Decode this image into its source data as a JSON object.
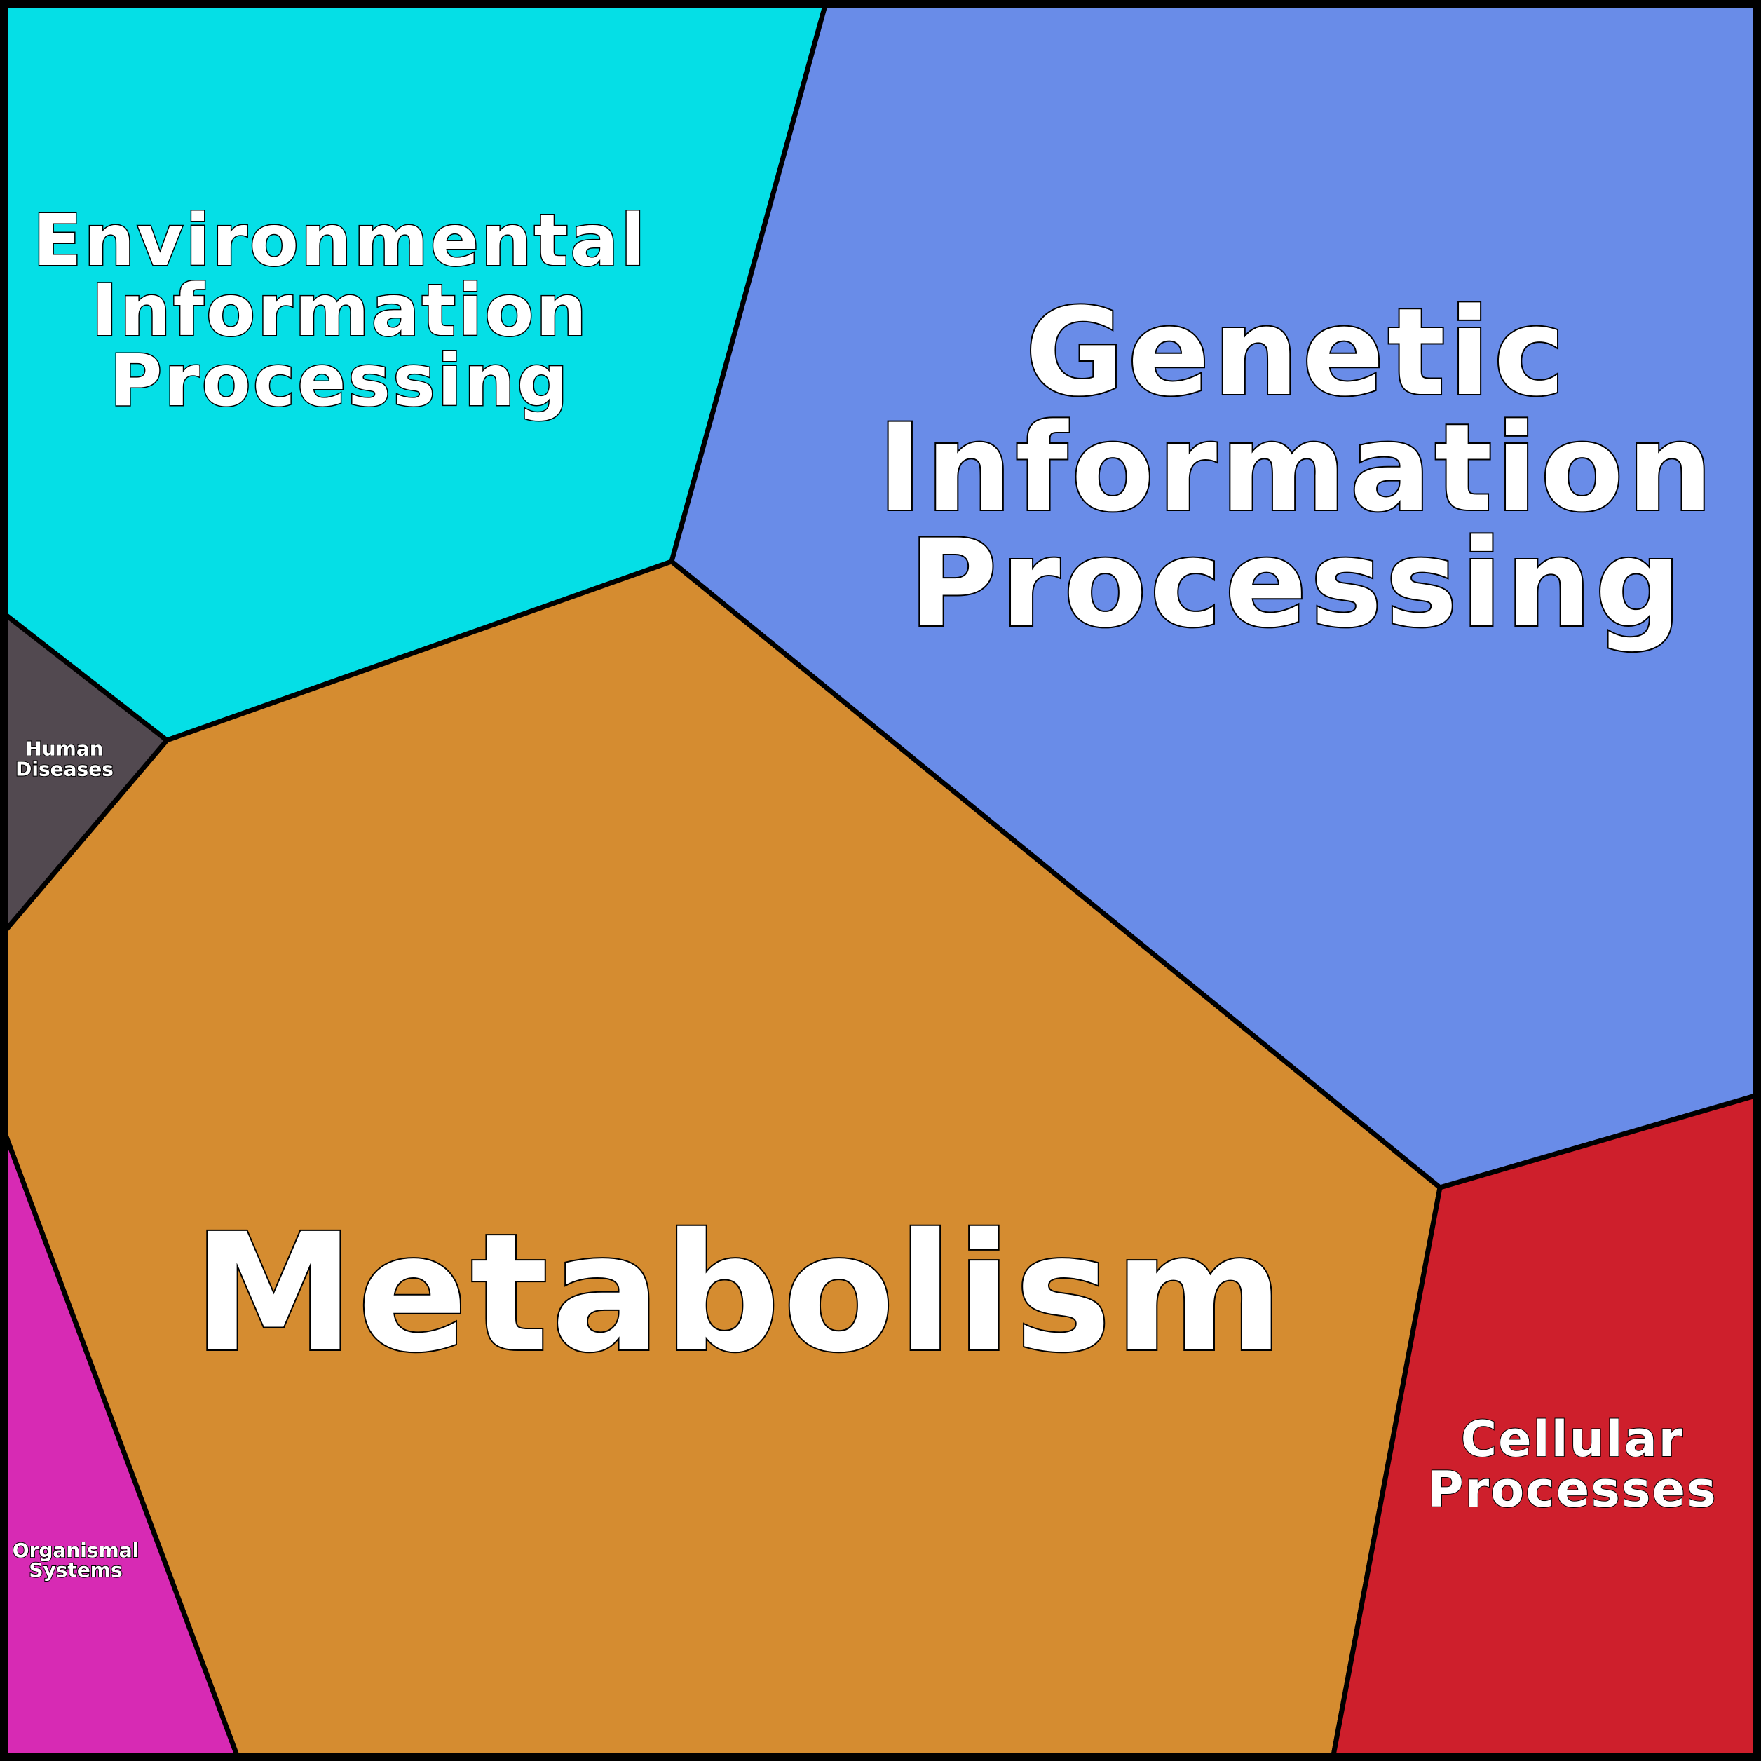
{
  "regions": {
    "environmental": {
      "lines": [
        "Environmental",
        "Information",
        "Processing"
      ],
      "color": "#05dfe6"
    },
    "genetic": {
      "lines": [
        "Genetic",
        "Information",
        "Processing"
      ],
      "color": "#698ce8"
    },
    "metabolism": {
      "lines": [
        "Metabolism"
      ],
      "color": "#d58c30"
    },
    "human_diseases": {
      "lines": [
        "Human",
        "Diseases"
      ],
      "color": "#524950"
    },
    "organismal": {
      "lines": [
        "Organismal",
        "Systems"
      ],
      "color": "#d72ab4"
    },
    "cellular": {
      "lines": [
        "Cellular",
        "Processes"
      ],
      "color": "#ce1f2c"
    }
  },
  "border_color": "#000000"
}
